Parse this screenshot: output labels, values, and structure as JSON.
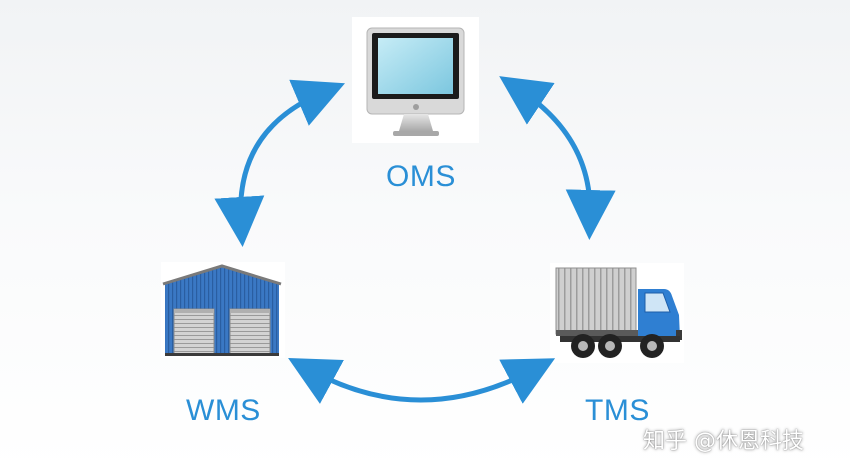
{
  "nodes": {
    "oms": {
      "label": "OMS",
      "icon": "computer-monitor-icon"
    },
    "wms": {
      "label": "WMS",
      "icon": "warehouse-icon"
    },
    "tms": {
      "label": "TMS",
      "icon": "truck-icon"
    }
  },
  "edges": [
    {
      "from": "OMS",
      "to": "TMS",
      "direction": "bidirectional"
    },
    {
      "from": "WMS",
      "to": "TMS",
      "direction": "bidirectional"
    },
    {
      "from": "WMS",
      "to": "OMS",
      "direction": "bidirectional"
    }
  ],
  "colors": {
    "arrow": "#2a8fd6",
    "label": "#2a8fd6"
  },
  "watermark": "知乎 @休恩科技"
}
